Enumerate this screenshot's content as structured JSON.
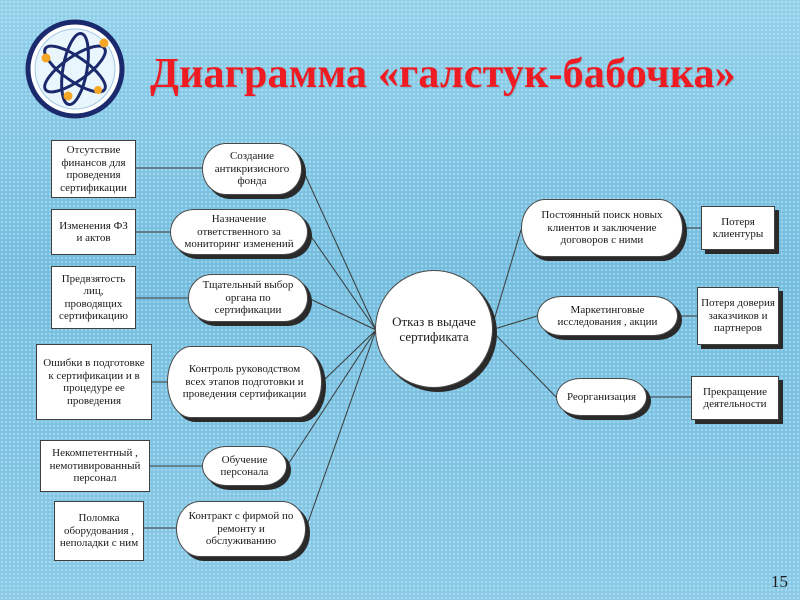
{
  "slide": {
    "title": "Диаграмма «галстук-бабочка»",
    "page_number": "15",
    "colors": {
      "title": "#ee1b22",
      "background": "#79c3e2",
      "logo_ring": "#1a2a6c",
      "logo_dot": "#f5a623"
    },
    "logo_icon": "atom-logo-icon"
  },
  "diagram": {
    "center": "Отказ в выдаче сертификата",
    "causes": [
      {
        "cause": "Отсутствие финансов для проведения сертификации",
        "barrier": "Создание антикризисного фонда"
      },
      {
        "cause": "Изменения ФЗ и актов",
        "barrier": "Назначение ответственного за мониторинг изменений"
      },
      {
        "cause": "Предвзятость лиц, проводящих сертификацию",
        "barrier": "Тщательный выбор органа по сертификации"
      },
      {
        "cause": "Ошибки в подготовке к сертификации и в процедуре ее проведения",
        "barrier": "Контроль руководством всех этапов подготовки и проведения сертификации"
      },
      {
        "cause": "Некомпетентный , немотивированный персонал",
        "barrier": "Обучение персонала"
      },
      {
        "cause": "Поломка оборудования , неполадки с ним",
        "barrier": "Контракт с фирмой по ремонту и обслуживанию"
      }
    ],
    "consequences": [
      {
        "barrier": "Постоянный поиск новых клиентов и заключение договоров с ними",
        "consequence": "Потеря клиентуры"
      },
      {
        "barrier": "Маркетинговые исследования , акции",
        "consequence": "Потеря доверия заказчиков и партнеров"
      },
      {
        "barrier": "Реорганизация",
        "consequence": "Прекращение деятельности"
      }
    ]
  }
}
